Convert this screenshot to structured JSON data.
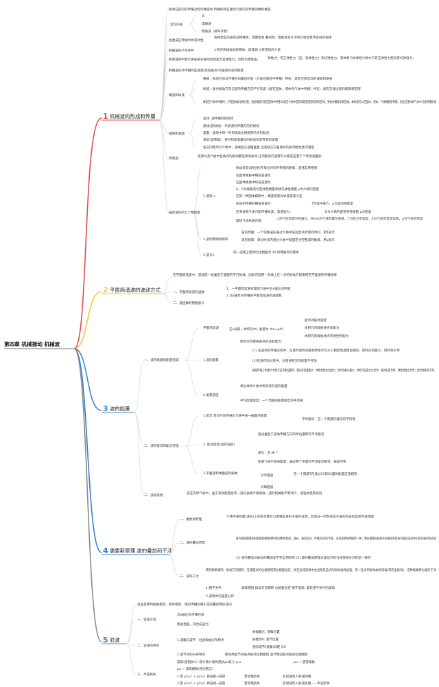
{
  "root": "第四章 机械振动 机械波",
  "colors": {
    "s1": "#e04a4a",
    "s2": "#f2c54a",
    "s3": "#3b86c9",
    "s4": "#2f7fd1",
    "s5": "#8a8a8a"
  },
  "sections": [
    {
      "num": "1",
      "title": "机械波的形成和传播",
      "lines": [
        "振动在空间的传播过程叫做波动 机械振动在连续介质内的传播叫做机械波",
        "常见的波",
        "声",
        "电磁波",
        "物质波（德布罗意）",
        "各类波在传播中具有共性",
        "各种类型的波有其特殊性，但都能有 叠加性，都能发生干涉和衍射现象传反射的规律",
        "机械波的产生条件",
        "①有作机械振动的物体，即波源 ②有连续的介质",
        "如果波动中使介质各部分振动的回复力是弹性力，则称为弹性波。",
        "弹性力：有正弹性力（压、张弹性力）和切弹性力，液体和气体弹性介质中只有正弹性力而没有切弹性力。",
        "机械波向外传播的是波源(及各质点)的振动状态和能量",
        "横波：振动方向与传播方向垂直的波（只能在固体中传播）特征：具有交替出现的波峰和波谷",
        "纵波：质点振动方向与波的传播方向平行的波（能在固体、液体和气体中传播）特征：具有交替出现的疏部和密部",
        "横波和纵波",
        "横波在介质中传播时，只有固体能承受切变，因此横波只能在固体中传播 纵波在介质中是形成疏部密部相间的区域，弹性体都能承受压缩，故纵波可以在固体、液体、气体都能够传播，因此在液体和气体中只能传播纵波",
        "波线和波面",
        "波场: 波传播到的空间",
        "波线(波射线)：代表波的传播方向的射线",
        "波面：波场中同一时刻振动位相相同的点的轨迹",
        "波前(波阵面)：某时刻波源最初的振动状态传到的波面",
        "各向同性均匀介质中，波线恒与波面垂直 沿波线方向各质点的振动相位依次落后",
        "简谐波",
        "波源以及介质中各质点的振动都是简谐振动 任何复杂的波都可以看成是若干个简谐波叠加",
        "描述波动的几个物理量",
        "1.波速 u",
        "振动状态(即位相)在单位时间内传播的距离，波速又称相速",
        "在固体媒质中横波波速为",
        "在固体媒质中纵波波速为",
        "G、E为媒质的切变弹性模量和杨氏弹性模量 ρ为介质的密度",
        "在同一种固体媒质中，横波波速比纵波波速小些",
        "在弦中传播的横波波速为：",
        "T为弦中张力，μ为弦的线密度",
        "在液体和气体只能传播纵波，其波速为：",
        "B为介质的容变弹性模量 ρ为密度",
        "理想气体纵波声速：",
        "γ为气体的摩尔热容比，Mmol为气体的摩尔质量，T为热力学温度，R为气体的普适常数，ρ为气体的密度",
        "2.波动周期和频率",
        "波的周期：一个完整波形通过介质中某固定点所需的时间，用T表示",
        "波的频率：单位时间内通过介质中某固定点完整波的数目，用ν表示",
        "3.波长λ",
        "同一波线上相邻的位相差为 2π 的两质点的距离"
      ]
    },
    {
      "num": "2",
      "title": "平面简谐波的波动方式",
      "lines": [
        "在平面简谐波中，波线是一组垂直于波面的平行射线，因此可选用一条线上任一点的振动方程来研究平面波的传播规律",
        "一、平面简谐波的函数",
        "1、一平面简谐波在理想介质中沿x轴正向传播",
        "2.沿x轴负向传播的平面简谐波的波函数",
        "二、波函数的物理意义"
      ]
    },
    {
      "num": "3",
      "title": "波的能量",
      "lines": [
        "一、波的能量和能量密度",
        "平面简谐波",
        "在x处取一体积元dV, 质量为 dm=ρdV",
        "质点的振动速度",
        "体积元内媒质质点动能为",
        "体积元内媒质质点的弹性势能为",
        "1.波的能量",
        "体积元内媒质质点的总能量为：",
        "(1) 在波动的传播过程中，任意时刻的动能和势能不仅大小相等而且相位相同，同时达到最大，同时等于零",
        "(2)在波传动过程中，任意体积元的能量不守恒",
        "横波传播上传播时 体积元在平衡位置时，相对形变量最大，弹性势能也为最大；此时动能也最大，体积元在最大位移时，相对形变为零，弹性势能也为零；此时动能等于零。",
        "2.能量密度",
        "单位体积介质中所具有的波的能量",
        "平均能量密度：一个周期内能量密度的平均值",
        "二、波的能流和能流密度",
        "1.能流 单位时间内通过介质中某一截面的能量",
        "平均能流：在一个周期内能流的平均值",
        "2. 能流密度(波的强度)",
        "通过垂直于波动传播方向的单位面积的平均能流",
        "单位：瓦·米⁻²",
        "3.平面波和球面波的振幅",
        "如果介质不吸收能量，通过两个平面的平均能流相等，振幅不变",
        "对平面波",
        "在一个周期T内通过S1和S2面的能量应该相等",
        "对球面波",
        "三、波的吸收",
        "波在实际介质中，由于波动能量总有一部分会被介质吸收，波的机械能不断减少，波强亦逐渐减弱"
      ]
    },
    {
      "num": "4",
      "title": "惠更斯原理 波的叠加和干涉",
      "lines": [
        "一、惠更斯原理",
        "介质中波阵面(波前)上的各点都可以看做是发射子波的波源，其后任一时刻这些子波的包迹就是新的波阵面",
        "二、波的叠加原理",
        "各列波在相遇前和相遇后都保持原来的特性(频率、波长、振动方向、传播方向等)不变，与各波单独传播时一样；而在相遇处各质点的振动则是各列波在该处所引起的振动的合成",
        "三、波的干涉",
        "(1) 波的叠加与振动的叠加是不完全相同的 (2) 波的叠加原理与波动方程为线性微分方程是一致的",
        "两列频率相同、振动方向相同、在相遇点的位相相同或位相差恒定，则在合成波场中会出现某些点的振动始终加强，另一些点的振动始终减弱(或完全抵消)，这种现象称为波的干涉",
        "1.相干条件",
        "频率相同 振动方向相同 位相差恒定 相干波源: 满足相干条件的波源",
        "2.波场中的强度分布"
      ]
    },
    {
      "num": "5",
      "title": "驻波",
      "lines": [
        "驻波是两列振幅相同、频率相同、相向传播的相干波的叠加而形成的",
        "一、驻波方程",
        "沿x轴正向传播的波",
        "两驻相遇，其合成波为",
        "二、驻波的特点",
        "1.波腹与波节　驻波振幅分布特点",
        "振幅最大: 波腹位置",
        "振幅为0: 波节位置",
        "相邻波节(波腹)间距 λ/2",
        "2.波节间的分布特点",
        "相邻两波节间各点振动位相相同 波节两边各点振动位相相反",
        "波疏(波阻抗小) 疏介质介质的阻抗ρu较小 ρ·u",
        "ρu → 波密媒质",
        "ρu → 波疏媒质(相对而言)",
        "三、半波损失",
        "1.若 ρ1u1 > ρ2u2 ,即波密→波疏",
        "若忽略损失",
        "反射波和入射波同相",
        "2.若 ρ1u1 < ρ2u2 ,即波疏→波密",
        "若忽略损失",
        "反射波和入射波反相——半波损失"
      ]
    }
  ]
}
